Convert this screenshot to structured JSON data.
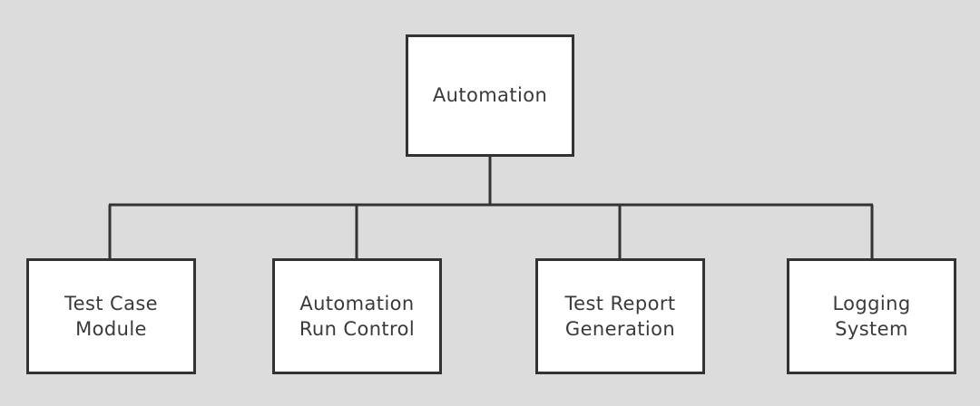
{
  "diagram": {
    "type": "hierarchy-tree",
    "orientation": "top-down",
    "background_color": "#dcdcdc",
    "box_fill_color": "#ffffff",
    "box_border_color": "#333333",
    "connector_color": "#333333",
    "text_color": "#3a3a3a",
    "root": {
      "id": "automation",
      "label": "Automation"
    },
    "children": [
      {
        "id": "test-case-module",
        "label": "Test Case\nModule"
      },
      {
        "id": "automation-run-control",
        "label": "Automation\nRun Control"
      },
      {
        "id": "test-report-generation",
        "label": "Test Report\nGeneration"
      },
      {
        "id": "logging-system",
        "label": "Logging\nSystem"
      }
    ],
    "edges": [
      {
        "from": "automation",
        "to": "test-case-module"
      },
      {
        "from": "automation",
        "to": "automation-run-control"
      },
      {
        "from": "automation",
        "to": "test-report-generation"
      },
      {
        "from": "automation",
        "to": "logging-system"
      }
    ]
  }
}
